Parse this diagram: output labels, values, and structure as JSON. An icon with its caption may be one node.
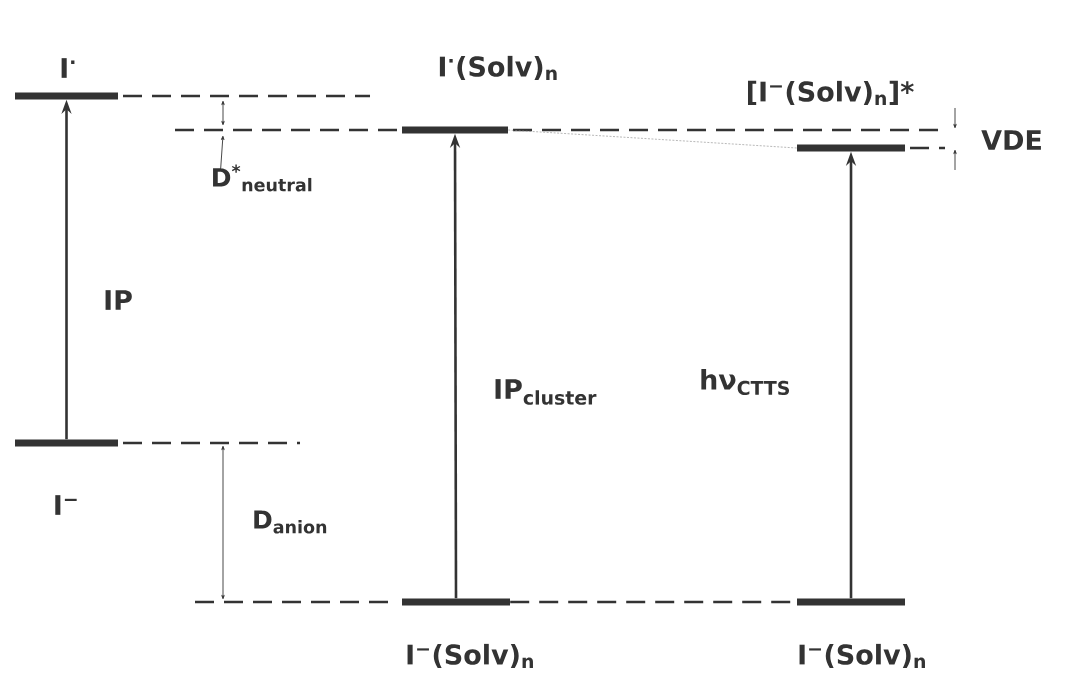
{
  "diagram": {
    "nodes": [
      {
        "text": [
          "I$^{·}$"
        ]
      },
      {
        "text": [
          "I$^{·}$(Solv)$_{n}$"
        ]
      },
      {
        "text": [
          "[I$^{−}$(Solv)$_{n}$]*"
        ]
      },
      {
        "text": [
          "I$^{−}$"
        ]
      },
      {
        "text": [
          "I$^{−}$(Solv)$_{n}$"
        ]
      },
      {
        "text": [
          "I$^{−}$(Solv)$_{n}$"
        ]
      },
      {
        "text": [
          "D$^{*}$$_{neutral}$"
        ]
      }
    ],
    "edges": [
      {
        "from": 3,
        "to": 0,
        "arrow": "to",
        "label": "IP"
      },
      {
        "from": 4,
        "to": 1,
        "arrow": "to",
        "label": "IP$_{cluster}$"
      },
      {
        "from": 5,
        "to": 2,
        "arrow": "to",
        "label": "hν$_{CTTS}$"
      },
      {
        "from": 1,
        "to": 2,
        "arrow": "none",
        "style": "dashed",
        "color": "#888888"
      },
      {
        "from": 4,
        "to": 5,
        "arrow": "none",
        "style": "dashed"
      },
      {
        "from": 6,
        "to": null,
        "arrow": "to"
      }
    ],
    "labels": [
      "VDE",
      "D$_{anion}$"
    ]
  }
}
